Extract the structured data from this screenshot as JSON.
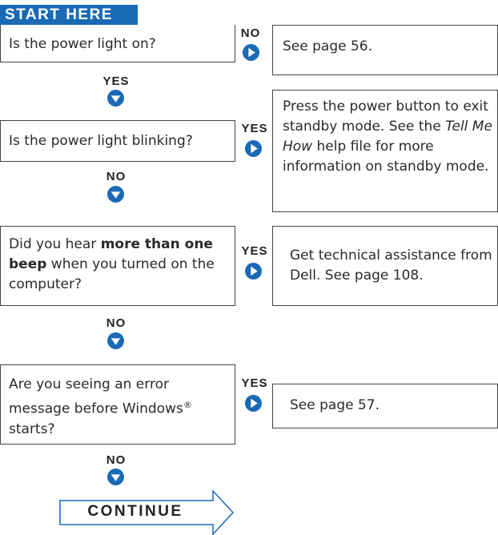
{
  "header": {
    "label": "START HERE"
  },
  "steps": [
    {
      "question": "Is the power light on?",
      "branch": "NO",
      "answer": "See page 56.",
      "next": "YES"
    },
    {
      "question": "Is the power light blinking?",
      "branch": "YES",
      "answer": {
        "part1": "Press the power button to exit standby mode. See the ",
        "italic": "Tell Me How",
        "part2": " help file for more information on standby mode."
      },
      "next": "NO"
    },
    {
      "question": {
        "part1": "Did you hear ",
        "bold": "more than one beep",
        "part2": " when you turned on the computer?"
      },
      "branch": "YES",
      "answer": "Get technical assistance from Dell. See page 108.",
      "next": "NO"
    },
    {
      "question": {
        "part1": "Are you seeing an error message before Windows",
        "sup": "®",
        "part2": " starts?"
      },
      "branch": "YES",
      "answer": "See page 57.",
      "next": "NO"
    }
  ],
  "continue_label": "CONTINUE",
  "colors": {
    "accent": "#1a6ab6",
    "border": "#444444"
  },
  "icons": {
    "right": "right-arrow-icon",
    "down": "down-arrow-icon"
  }
}
